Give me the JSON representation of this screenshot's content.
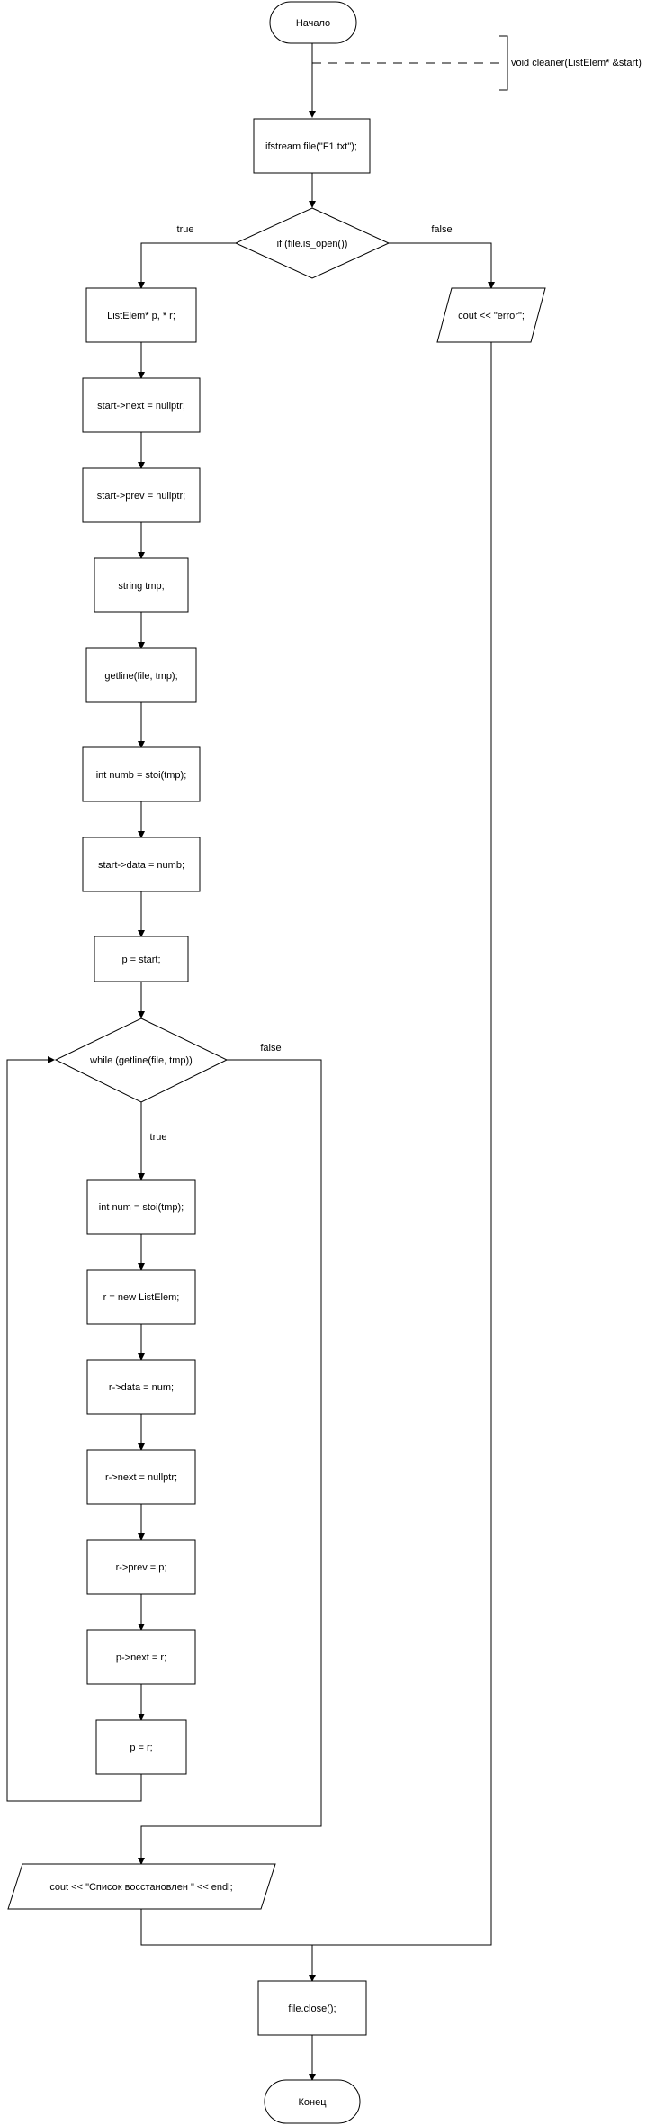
{
  "flowchart": {
    "start_label": "Начало",
    "end_label": "Конец",
    "annotation": "void cleaner(ListElem* &start)",
    "nodes": {
      "open_file": "ifstream file(\"F1.txt\");",
      "if_open": "if (file.is_open())",
      "error_out": "cout << \"error\";",
      "declare_ptrs": "ListElem* p, * r;",
      "start_next": "start->next = nullptr;",
      "start_prev": "start->prev = nullptr;",
      "string_tmp": "string tmp;",
      "getline_first": "getline(file, tmp);",
      "int_numb": "int numb = stoi(tmp);",
      "start_data": "start->data = numb;",
      "p_start": "p = start;",
      "while_loop": "while (getline(file, tmp))",
      "int_num": "int num = stoi(tmp);",
      "r_new": "r = new ListElem;",
      "r_data": "r->data = num;",
      "r_next": "r->next = nullptr;",
      "r_prev": "r->prev = p;",
      "p_next": "p->next = r;",
      "p_r": "p = r;",
      "restored_out": "cout << \"Список восстановлен \" << endl;",
      "file_close": "file.close();"
    },
    "edge_labels": {
      "if_true": "true",
      "if_false": "false",
      "while_true": "true",
      "while_false": "false"
    }
  }
}
